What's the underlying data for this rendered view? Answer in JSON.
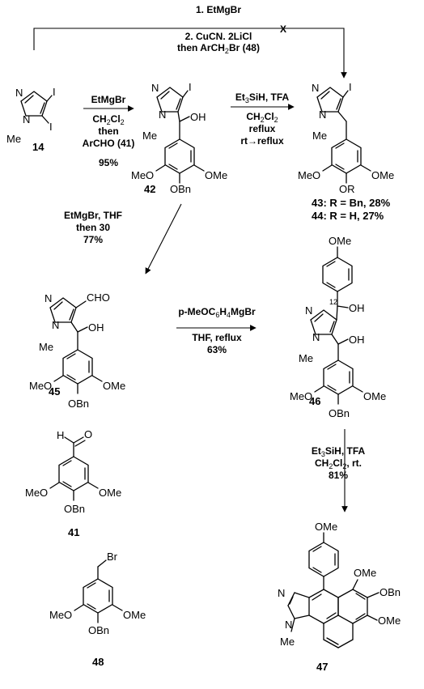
{
  "reactions": {
    "top_step1": "1. EtMgBr",
    "top_step2": "2. CuCN. 2LiCl",
    "top_step3": "then ArCH",
    "top_step3_sub": "2",
    "top_step3_tail": "Br (48)",
    "top_cross": "X",
    "r1_a": "EtMgBr",
    "r1_b": "CH",
    "r1_b_sub": "2",
    "r1_b_tail": "Cl",
    "r1_b_sub2": "2",
    "r1_c": "then",
    "r1_d": "ArCHO (41)",
    "r1_yield": "95%",
    "r2_a": "Et",
    "r2_a_sub": "3",
    "r2_a_tail": "SiH, TFA",
    "r2_b": "CH",
    "r2_b_sub": "2",
    "r2_b_tail": "Cl",
    "r2_b_sub2": "2",
    "r2_c": "reflux",
    "r2_d": "rt→reflux",
    "r3_a": "EtMgBr, THF",
    "r3_b": "then 30",
    "r3_yield": "77%",
    "r4_a": "p-MeOC",
    "r4_a_sub": "6",
    "r4_a_mid": "H",
    "r4_a_sub2": "4",
    "r4_a_tail": "MgBr",
    "r4_b": "THF, reflux",
    "r4_yield": "63%",
    "r5_a": "Et",
    "r5_a_sub": "3",
    "r5_a_tail": "SiH, TFA",
    "r5_b": "CH",
    "r5_b_sub": "2",
    "r5_b_tail": "Cl",
    "r5_b_sub2": "2",
    "r5_b_end": ", rt.",
    "r5_yield": "81%"
  },
  "compounds": {
    "c14": "14",
    "c42": "42",
    "c43": "43: R = Bn, 28%",
    "c44": "44: R = H, 27%",
    "c45": "45",
    "c46": "46",
    "c41": "41",
    "c48": "48",
    "c47": "47"
  },
  "atoms": {
    "N": "N",
    "I": "I",
    "Me": "Me",
    "OH": "OH",
    "OMe": "OMe",
    "MeO": "MeO",
    "OBn": "OBn",
    "OR": "OR",
    "CHO": "CHO",
    "H": "H",
    "O": "O",
    "Br": "Br",
    "stereo12": "12"
  }
}
